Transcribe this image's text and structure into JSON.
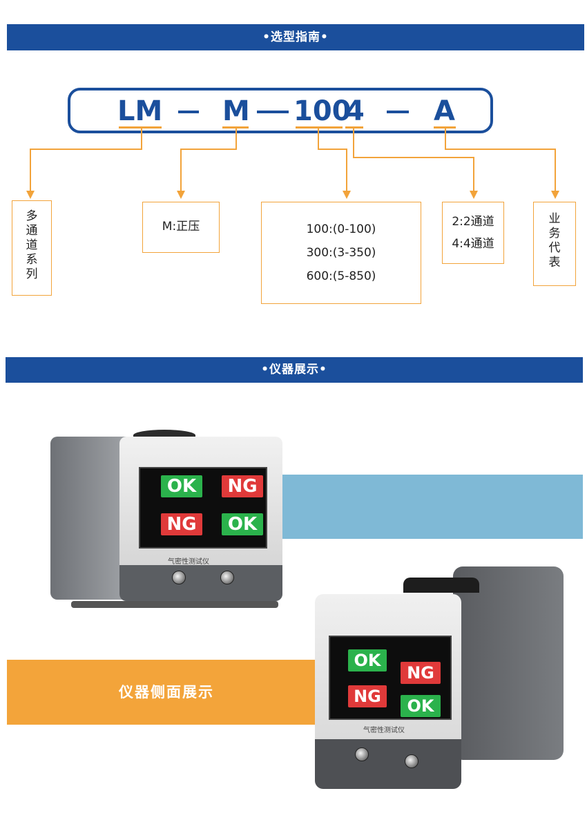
{
  "sections": {
    "selection_title": "•选型指南•",
    "display_title": "•仪器展示•"
  },
  "model_code": {
    "series": "LM",
    "pressure": "M",
    "range": "100",
    "channels": "4",
    "agent": "A"
  },
  "options": {
    "series_desc": [
      "多",
      "通",
      "道",
      "系",
      "列"
    ],
    "pressure_desc": "M:正压",
    "range_desc": [
      "100:(0-100)",
      "300:(3-350)",
      "600:(5-850)"
    ],
    "channel_desc": [
      "2:2通道",
      "4:4通道"
    ],
    "agent_desc": [
      "业",
      "务",
      "代",
      "表"
    ]
  },
  "showcase": {
    "side_label": "仪器侧面展示",
    "device_name": "气密性测试仪",
    "screen_labels": [
      "OK",
      "NG",
      "NG",
      "OK"
    ],
    "screen_labels_2": [
      "OK",
      "NG",
      "NG",
      "OK"
    ]
  },
  "colors": {
    "banner_blue": "#1b4f9c",
    "connector_orange": "#f2a33a",
    "ok_green": "#2bb24c",
    "ng_red": "#e03a3a",
    "panel_blue": "#7fb9d6",
    "panel_orange": "#f3a43a"
  }
}
